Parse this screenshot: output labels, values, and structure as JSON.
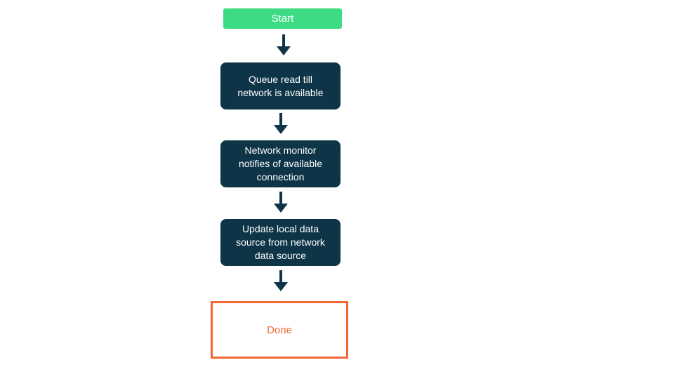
{
  "diagram": {
    "type": "flowchart",
    "direction": "top-down",
    "nodes": [
      {
        "id": "start",
        "label": "Start",
        "type": "start"
      },
      {
        "id": "queue-read",
        "label": "Queue read till network is available",
        "type": "process"
      },
      {
        "id": "network-monitor",
        "label": "Network monitor notifies of available connection",
        "type": "process"
      },
      {
        "id": "update-local",
        "label": "Update local data source from network data source",
        "type": "process"
      },
      {
        "id": "done",
        "label": "Done",
        "type": "end"
      }
    ],
    "edges": [
      {
        "from": "start",
        "to": "queue-read"
      },
      {
        "from": "queue-read",
        "to": "network-monitor"
      },
      {
        "from": "network-monitor",
        "to": "update-local"
      },
      {
        "from": "update-local",
        "to": "done"
      }
    ],
    "colors": {
      "start_fill": "#3ddc84",
      "process_fill": "#0d3447",
      "node_text_on_fill": "#ffffff",
      "end_border": "#f26835",
      "end_text": "#f26835",
      "arrow": "#0d3447",
      "background": "#ffffff"
    }
  }
}
